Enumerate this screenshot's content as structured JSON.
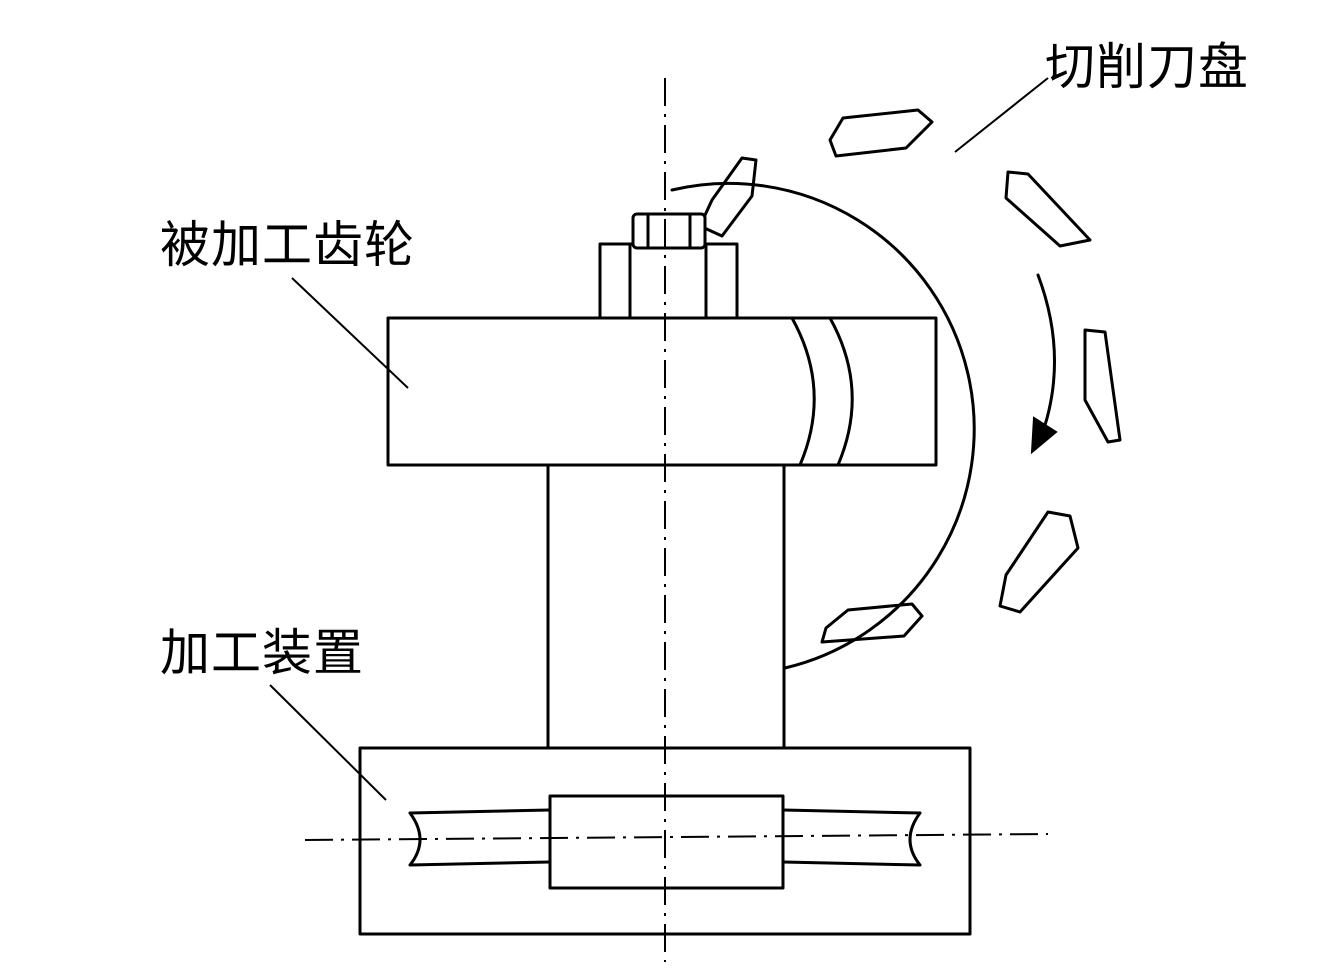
{
  "labels": {
    "cutter_disc": "切削刀盘",
    "workpiece_gear": "被加工齿轮",
    "machining_device": "加工装置"
  },
  "colors": {
    "line": "#000000",
    "background": "#ffffff"
  }
}
